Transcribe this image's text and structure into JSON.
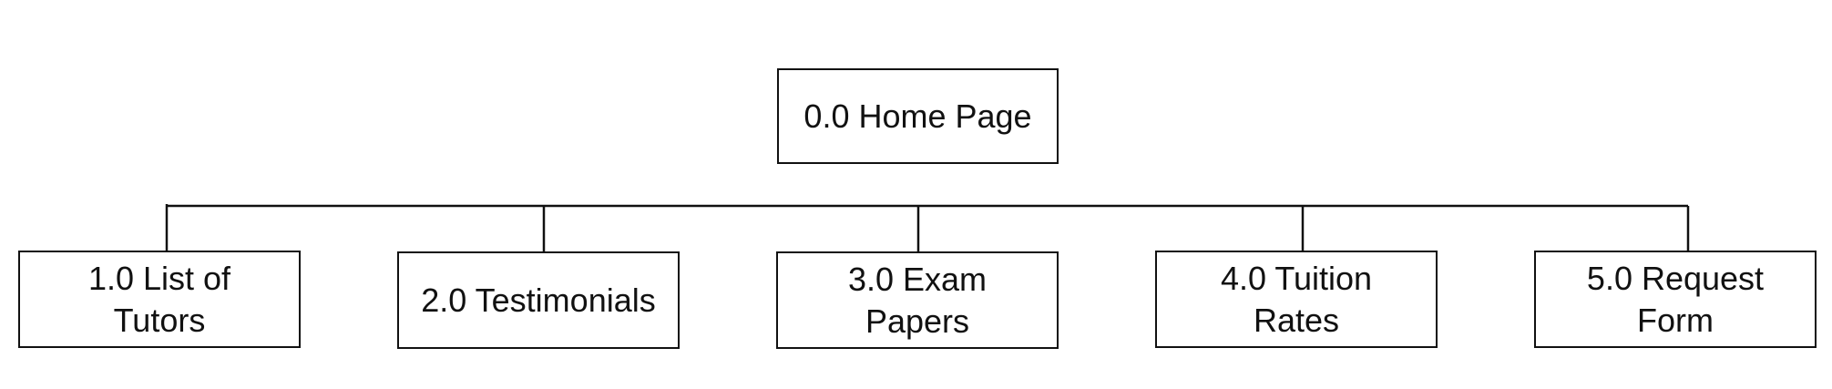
{
  "diagram": {
    "root": {
      "label": "0.0 Home Page"
    },
    "children": [
      {
        "label": "1.0 List of Tutors"
      },
      {
        "label": "2.0 Testimonials"
      },
      {
        "label": "3.0 Exam Papers"
      },
      {
        "label": "4.0 Tuition Rates"
      },
      {
        "label": "5.0 Request Form"
      }
    ],
    "colors": {
      "line": "#111111",
      "box_border": "#111111",
      "background": "#ffffff"
    }
  }
}
